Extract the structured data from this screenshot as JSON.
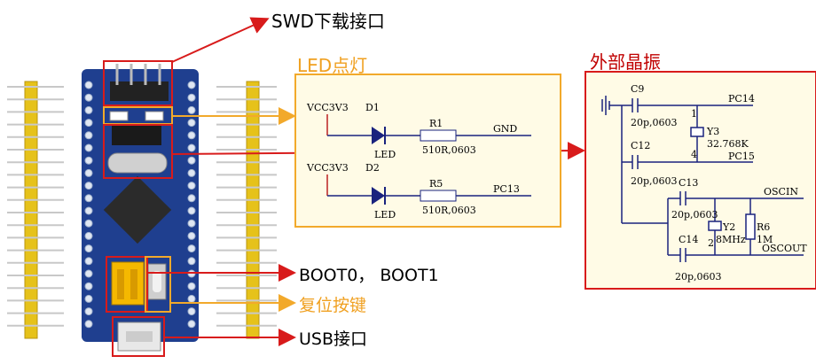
{
  "callouts": {
    "swd": "SWD下载接口",
    "led_title": "LED点灯",
    "xtal_title": "外部晶振",
    "boot": "BOOT0， BOOT1",
    "reset": "复位按键",
    "usb": "USB接口"
  },
  "led_circuit": {
    "d1_supply": "VCC3V3",
    "d1_ref": "D1",
    "d1_label": "LED",
    "r1_ref": "R1",
    "r1_value": "510R,0603",
    "r1_net": "GND",
    "d2_supply": "VCC3V3",
    "d2_ref": "D2",
    "d2_label": "LED",
    "r5_ref": "R5",
    "r5_value": "510R,0603",
    "r5_net": "PC13"
  },
  "crystal_circuit": {
    "c9_ref": "C9",
    "c9_value": "20p,0603",
    "pc14": "PC14",
    "pin1": "1",
    "y3_ref": "Y3",
    "y3_value": "32.768K",
    "pin4": "4",
    "c12_ref": "C12",
    "c12_value": "20p,0603",
    "pc15": "PC15",
    "c13_ref": "C13",
    "c13_value": "20p,0603",
    "oscin": "OSCIN",
    "y2_ref": "Y2",
    "y2_value": "8MHz",
    "r6_ref": "R6",
    "r6_value": "1M",
    "pin2": "2",
    "c14_ref": "C14",
    "c14_value": "20p,0603",
    "oscout": "OSCOUT"
  },
  "colors": {
    "red": "#d81b1b",
    "orange": "#f2a92b",
    "board_blue": "#1f3f8f",
    "pin_gold": "#e6c21a"
  }
}
